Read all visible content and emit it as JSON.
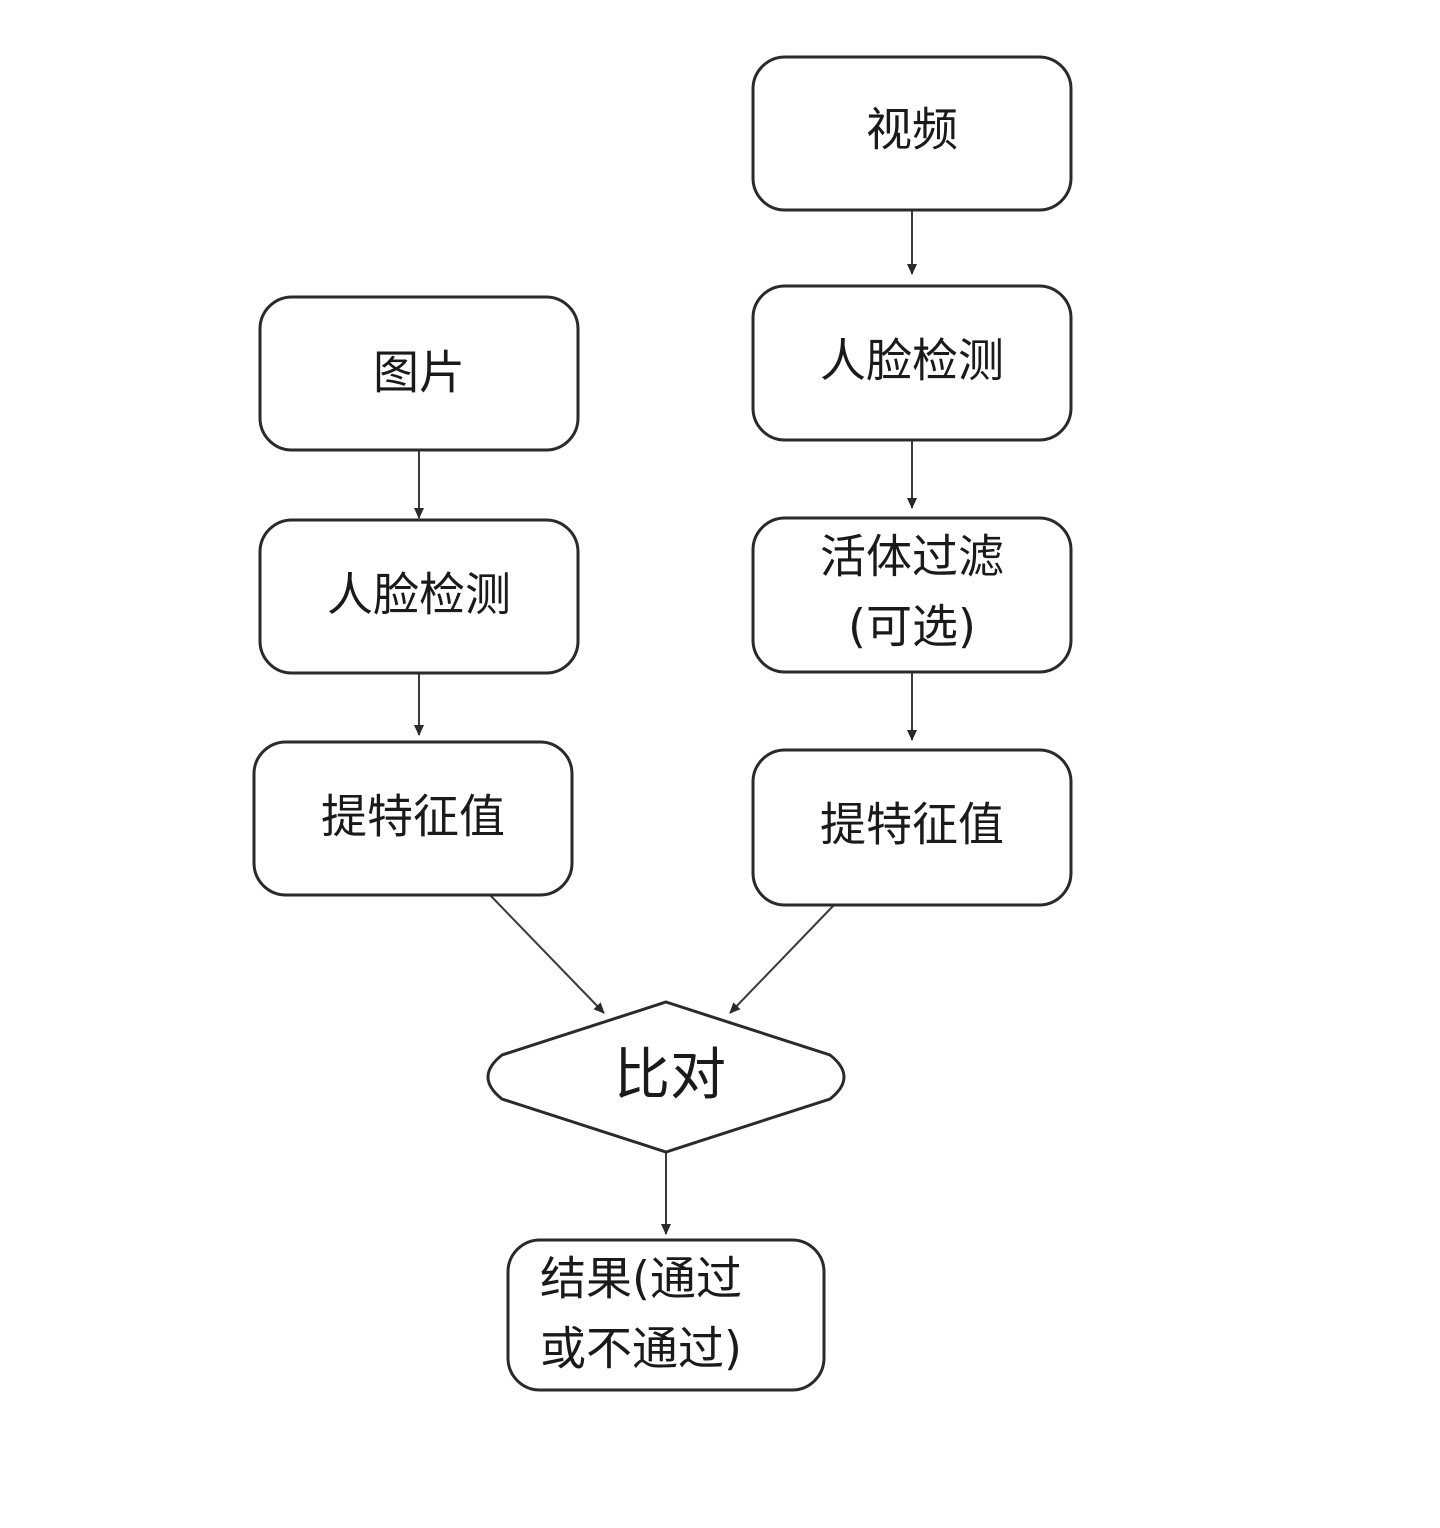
{
  "diagram": {
    "nodes": {
      "video": {
        "lines": [
          "视频"
        ]
      },
      "face_detect_right": {
        "lines": [
          "人脸检测"
        ]
      },
      "liveness": {
        "lines": [
          "活体过滤",
          "(可选)"
        ]
      },
      "feature_right": {
        "lines": [
          "提特征值"
        ]
      },
      "image": {
        "lines": [
          "图片"
        ]
      },
      "face_detect_left": {
        "lines": [
          "人脸检测"
        ]
      },
      "feature_left": {
        "lines": [
          "提特征值"
        ]
      },
      "compare": {
        "lines": [
          "比对"
        ]
      },
      "result": {
        "lines": [
          "结果(通过",
          "或不通过)"
        ]
      }
    },
    "edges": [
      {
        "from": "video",
        "to": "face_detect_right"
      },
      {
        "from": "face_detect_right",
        "to": "liveness"
      },
      {
        "from": "liveness",
        "to": "feature_right"
      },
      {
        "from": "image",
        "to": "face_detect_left"
      },
      {
        "from": "face_detect_left",
        "to": "feature_left"
      },
      {
        "from": "feature_left",
        "to": "compare"
      },
      {
        "from": "feature_right",
        "to": "compare"
      },
      {
        "from": "compare",
        "to": "result"
      }
    ]
  }
}
